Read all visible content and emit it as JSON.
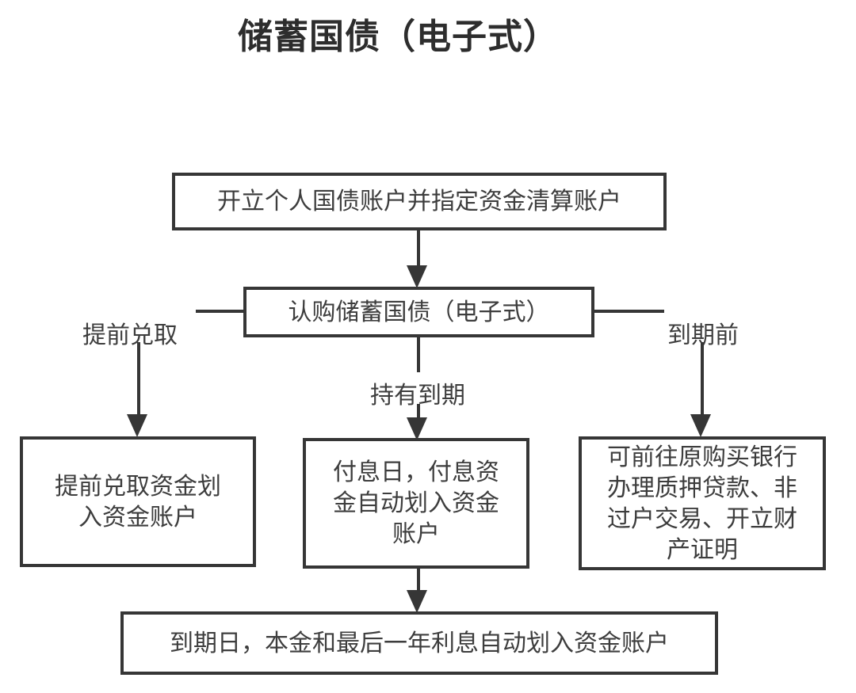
{
  "title": "储蓄国债（电子式）",
  "colors": {
    "line": "#363636",
    "text": "#3d3d3d",
    "title": "#2d2d2d",
    "background": "#ffffff"
  },
  "flow": {
    "step1": {
      "text": "开立个人国债账户并指定资金清算账户"
    },
    "step2": {
      "text": "认购储蓄国债（电子式）"
    },
    "branches": {
      "early_redeem_label": "提前兑取",
      "hold_to_maturity_label": "持有到期",
      "before_maturity_label": "到期前"
    },
    "early_redeem_box": {
      "lines": [
        "提前兑取资金划",
        "入资金账户"
      ]
    },
    "interest_box": {
      "lines": [
        "付息日，付息资",
        "金自动划入资金",
        "账户"
      ]
    },
    "before_maturity_box": {
      "lines": [
        "可前往原购买银行",
        "办理质押贷款、非",
        "过户交易、开立财",
        "产证明"
      ]
    },
    "maturity_box": {
      "text": "到期日，本金和最后一年利息自动划入资金账户"
    }
  }
}
